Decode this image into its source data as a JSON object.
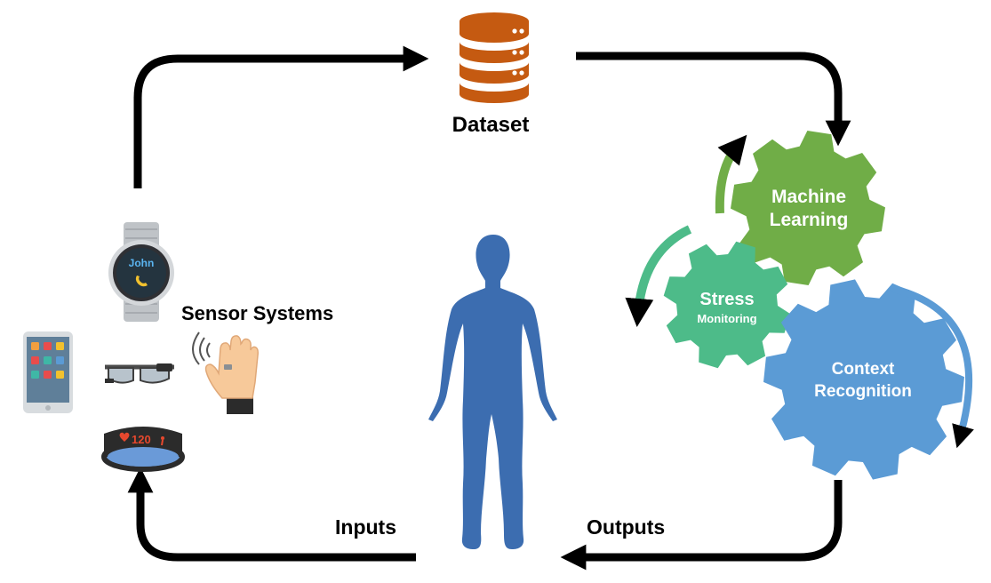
{
  "labels": {
    "dataset": "Dataset",
    "sensor_systems": "Sensor Systems",
    "inputs": "Inputs",
    "outputs": "Outputs"
  },
  "gears": {
    "ml_line1": "Machine",
    "ml_line2": "Learning",
    "stress_line1": "Stress",
    "stress_line2": "Monitoring",
    "context_line1": "Context",
    "context_line2": "Recognition"
  },
  "devices": {
    "watch_name": "John",
    "band_reading": "120"
  },
  "icons": {
    "dataset": "database-icon",
    "watch": "smartwatch-icon",
    "glasses": "smart-glasses-icon",
    "ring": "smart-ring-icon",
    "phone": "smartphone-icon",
    "band": "fitness-band-icon",
    "human": "human-body-icon"
  },
  "colors": {
    "arrows": "#000000",
    "database": "#c55a11",
    "machine_learning": "#70ad47",
    "stress_monitoring": "#4dbb89",
    "context_recognition": "#5b9bd5",
    "human_body": "#3c6db0"
  }
}
